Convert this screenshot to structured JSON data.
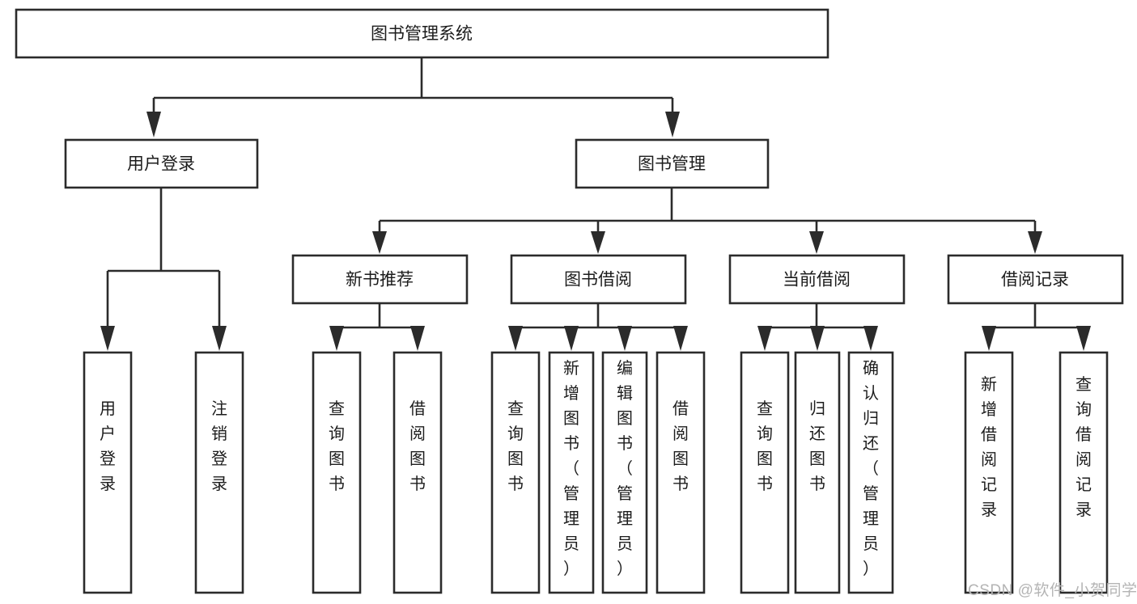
{
  "diagram": {
    "type": "tree-hierarchy",
    "title": "图书管理系统",
    "orientation": "top-down",
    "colors": {
      "background": "#ffffff",
      "box_fill": "#ffffff",
      "box_stroke": "#2b2b2b",
      "text": "#1c1c1c",
      "watermark": "#b4b4b4"
    },
    "root": {
      "id": "root",
      "label": "图书管理系统"
    },
    "level1": [
      {
        "id": "user-login",
        "label": "用户登录"
      },
      {
        "id": "book-manage",
        "label": "图书管理"
      }
    ],
    "level2": [
      {
        "id": "new-book-rec",
        "label": "新书推荐",
        "parent": "book-manage"
      },
      {
        "id": "book-borrow",
        "label": "图书借阅",
        "parent": "book-manage"
      },
      {
        "id": "current-borrow",
        "label": "当前借阅",
        "parent": "book-manage"
      },
      {
        "id": "borrow-record",
        "label": "借阅记录",
        "parent": "book-manage"
      }
    ],
    "leaves": {
      "user-login": [
        {
          "id": "leaf-user-login",
          "label": "用户登录"
        },
        {
          "id": "leaf-logout",
          "label": "注销登录"
        }
      ],
      "new-book-rec": [
        {
          "id": "leaf-query-book-1",
          "label": "查询图书"
        },
        {
          "id": "leaf-borrow-book-1",
          "label": "借阅图书"
        }
      ],
      "book-borrow": [
        {
          "id": "leaf-query-book-2",
          "label": "查询图书"
        },
        {
          "id": "leaf-add-book",
          "label": "新增图书（管理员）"
        },
        {
          "id": "leaf-edit-book",
          "label": "编辑图书（管理员）"
        },
        {
          "id": "leaf-borrow-book-2",
          "label": "借阅图书"
        }
      ],
      "current-borrow": [
        {
          "id": "leaf-query-book-3",
          "label": "查询图书"
        },
        {
          "id": "leaf-return-book",
          "label": "归还图书"
        },
        {
          "id": "leaf-confirm-return",
          "label": "确认归还（管理员）"
        }
      ],
      "borrow-record": [
        {
          "id": "leaf-add-record",
          "label": "新增借阅记录"
        },
        {
          "id": "leaf-query-record",
          "label": "查询借阅记录"
        }
      ]
    },
    "watermark": "CSDN @软件_小贺同学"
  }
}
